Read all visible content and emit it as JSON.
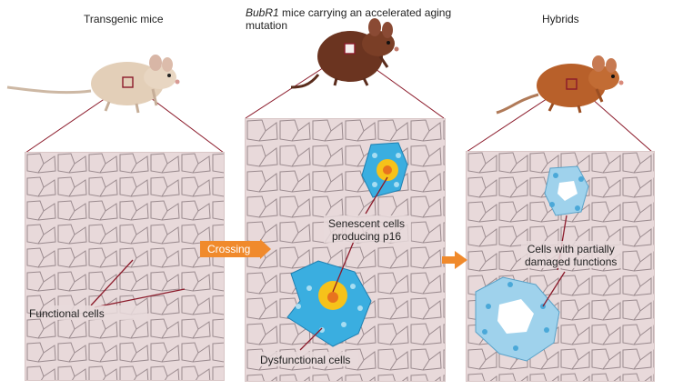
{
  "labels": {
    "transgenic_title": "Transgenic mice",
    "bubr1_italic": "BubR1",
    "bubr1_rest": " mice carrying an accelerated aging",
    "bubr1_line2": "mutation",
    "hybrids_title": "Hybrids",
    "crossing": "Crossing",
    "functional_cells": "Functional cells",
    "senescent_line1": "Senescent cells",
    "senescent_line2": "producing p16",
    "dysfunctional_cells": "Dysfunctional cells",
    "partial_line1": "Cells with partially",
    "partial_line2": "damaged functions"
  },
  "colors": {
    "tissue_bg": "#e8d9da",
    "cell_wall": "#9a8a8e",
    "senescent_blue": "#3aaee0",
    "p16_yellow": "#f6c21a",
    "nucleus_orange": "#e8731e",
    "partial_blue": "#9fd2ec",
    "arrow_orange": "#f08a2c",
    "leader_red": "#8b1a2a"
  },
  "mice": [
    {
      "name": "transgenic-mouse",
      "fur": "#e3cfb8"
    },
    {
      "name": "bubr1-mouse",
      "fur": "#6b3420"
    },
    {
      "name": "hybrid-mouse",
      "fur": "#b8602a"
    }
  ]
}
